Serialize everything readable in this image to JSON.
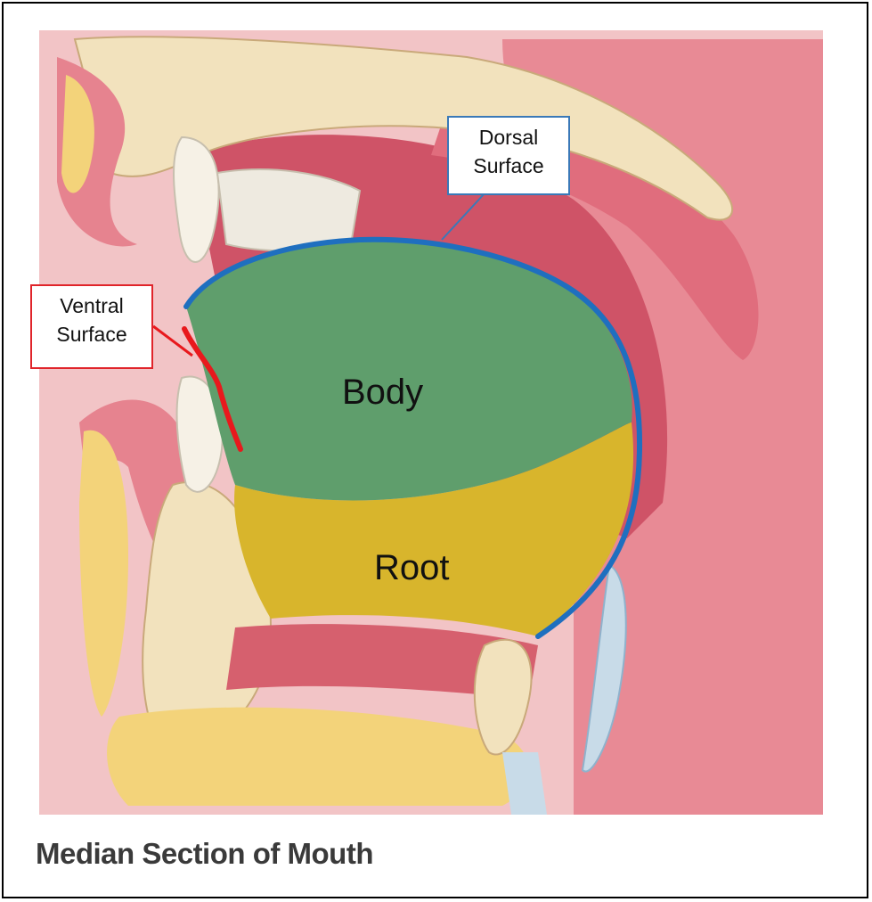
{
  "labels": {
    "dorsal_surface": [
      "Dorsal",
      "Surface"
    ],
    "ventral_surface": [
      "Ventral",
      "Surface"
    ],
    "body": "Body",
    "root": "Root"
  },
  "caption": "Median Section of Mouth",
  "colors": {
    "dorsal_line": "#1f6fbf",
    "ventral_line": "#e8191d",
    "tongue_body": "#5f9e6c",
    "tongue_root": "#d8b52c",
    "soft_tissue": "#e27b88",
    "bone": "#f1e2bf",
    "fat": "#f3d37a"
  }
}
